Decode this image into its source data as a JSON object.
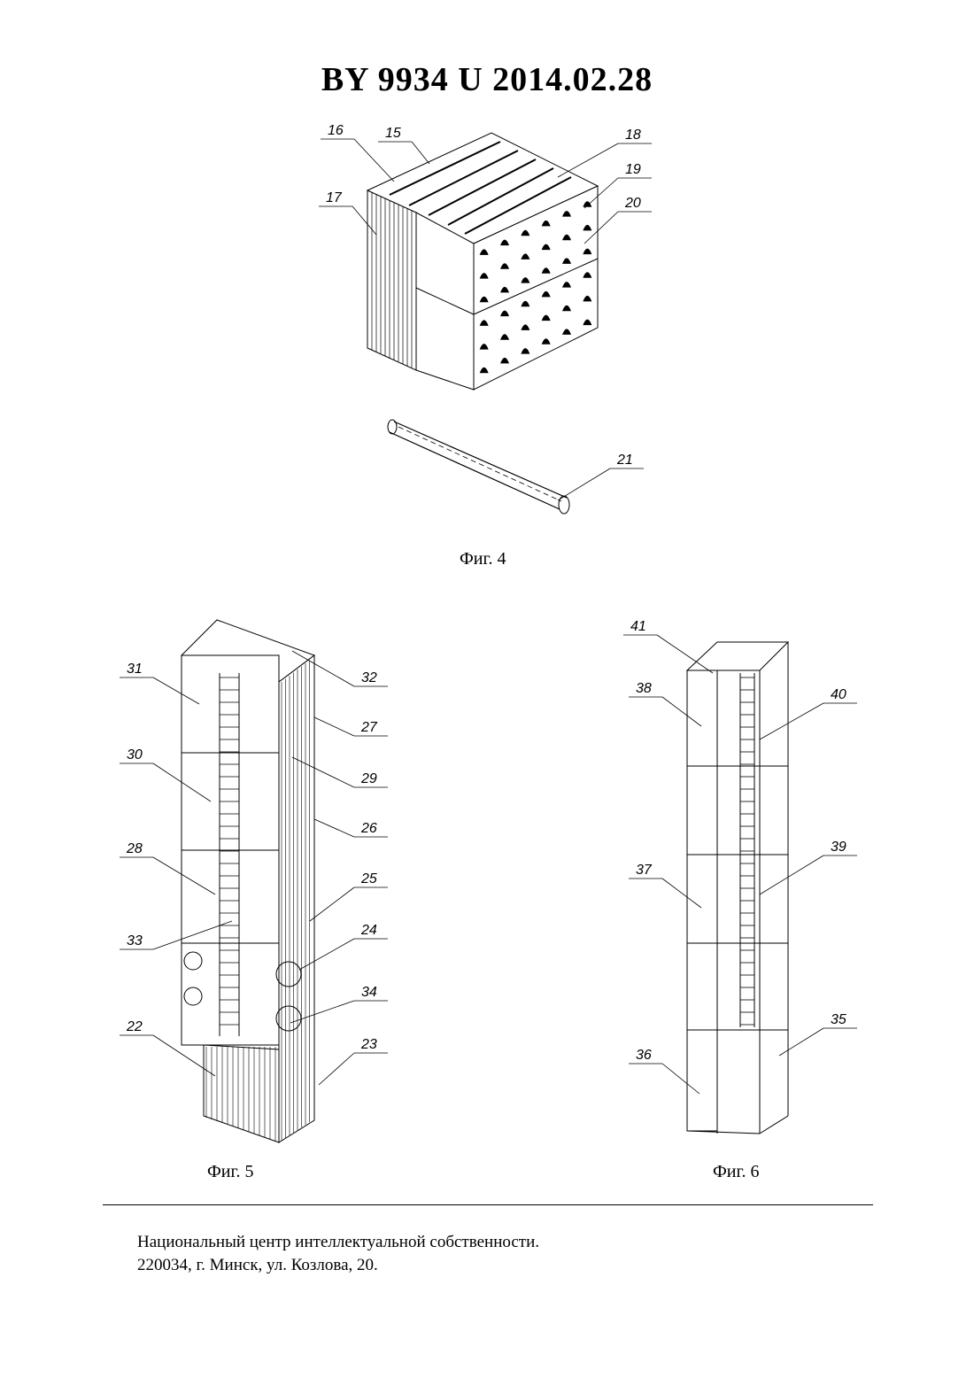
{
  "header": {
    "title": "BY  9934  U  2014.02.28"
  },
  "figures": [
    {
      "caption": "Фиг. 4",
      "labels": [
        "15",
        "16",
        "17",
        "18",
        "19",
        "20",
        "21"
      ]
    },
    {
      "caption": "Фиг. 5",
      "labels": [
        "22",
        "23",
        "24",
        "25",
        "26",
        "27",
        "28",
        "29",
        "30",
        "31",
        "32",
        "33",
        "34"
      ]
    },
    {
      "caption": "Фиг. 6",
      "labels": [
        "35",
        "36",
        "37",
        "38",
        "39",
        "40",
        "41"
      ]
    }
  ],
  "footer": {
    "line1": "Национальный центр интеллектуальной собственности.",
    "line2": "220034, г. Минск, ул. Козлова, 20."
  }
}
